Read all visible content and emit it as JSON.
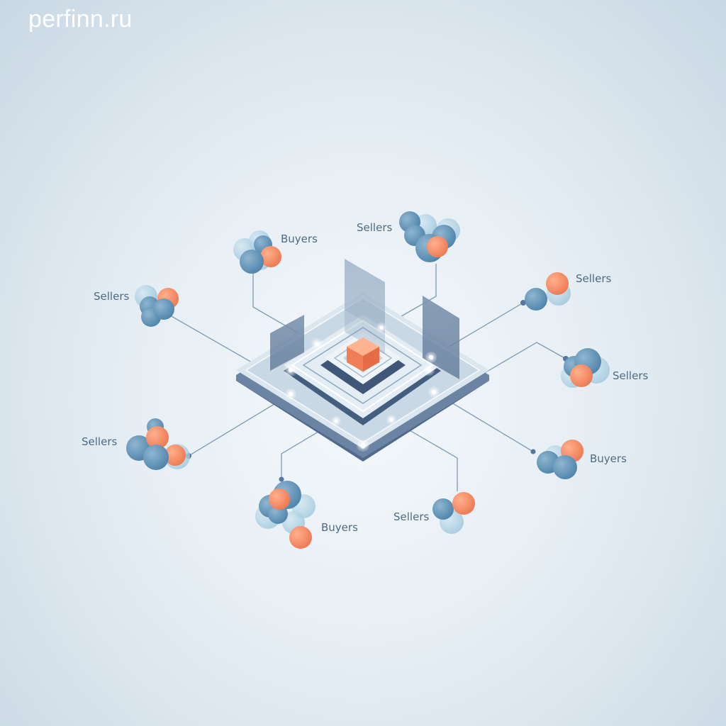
{
  "watermark": "perfinn.ru",
  "colors": {
    "blue": "#5b8fb4",
    "light_blue": "#a9cfe2",
    "orange": "#f0875f",
    "platform_dark": "#4b6282",
    "label": "#4e6b84"
  },
  "nodes": [
    {
      "id": "buyers-1",
      "label": "Buyers"
    },
    {
      "id": "sellers-1",
      "label": "Sellers"
    },
    {
      "id": "sellers-2",
      "label": "Sellers"
    },
    {
      "id": "sellers-3",
      "label": "Sellers"
    },
    {
      "id": "sellers-4",
      "label": "Sellers"
    },
    {
      "id": "sellers-5",
      "label": "Sellers"
    },
    {
      "id": "buyers-2",
      "label": "Buyers"
    },
    {
      "id": "buyers-3",
      "label": "Buyers"
    },
    {
      "id": "sellers-6",
      "label": "Sellers"
    }
  ]
}
